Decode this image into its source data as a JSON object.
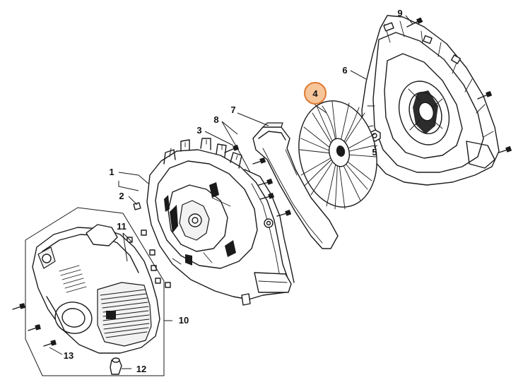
{
  "colors": {
    "line": "#1a1a1a",
    "highlight_fill": "#f7c59a",
    "highlight_stroke": "#e07a33",
    "background": "#ffffff"
  },
  "callouts": {
    "c1": "1",
    "c2": "2",
    "c3": "3",
    "c4": "4",
    "c5": "5",
    "c6": "6",
    "c7": "7",
    "c8": "8",
    "c9": "9",
    "c10": "10",
    "c11": "11",
    "c12": "12",
    "c13": "13"
  },
  "highlighted_callout": "4"
}
